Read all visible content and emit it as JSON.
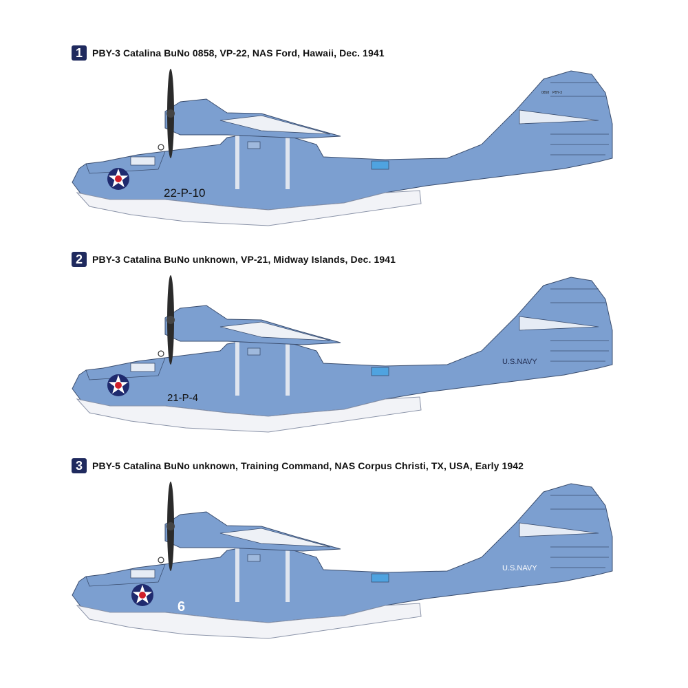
{
  "colors": {
    "upper": "#7c9fd0",
    "lower": "#f2f3f7",
    "outline": "#3a4d6e",
    "badge": "#1f2a5e",
    "insignia_blue": "#1f2a6e",
    "insignia_red": "#d0202a"
  },
  "profiles": [
    {
      "number": "1",
      "caption": "PBY-3 Catalina BuNo 0858, VP-22, NAS Ford, Hawaii, Dec. 1941",
      "hull_code": "22-P-10",
      "tail_serial": "0858",
      "tail_type": "PBY-3"
    },
    {
      "number": "2",
      "caption": "PBY-3 Catalina BuNo unknown, VP-21, Midway Islands, Dec. 1941",
      "hull_code": "21-P-4",
      "tail_marking": "U.S.NAVY"
    },
    {
      "number": "3",
      "caption": "PBY-5 Catalina BuNo unknown, Training Command, NAS Corpus Christi, TX, USA, Early 1942",
      "hull_code": "6",
      "tail_marking": "U.S.NAVY"
    }
  ]
}
